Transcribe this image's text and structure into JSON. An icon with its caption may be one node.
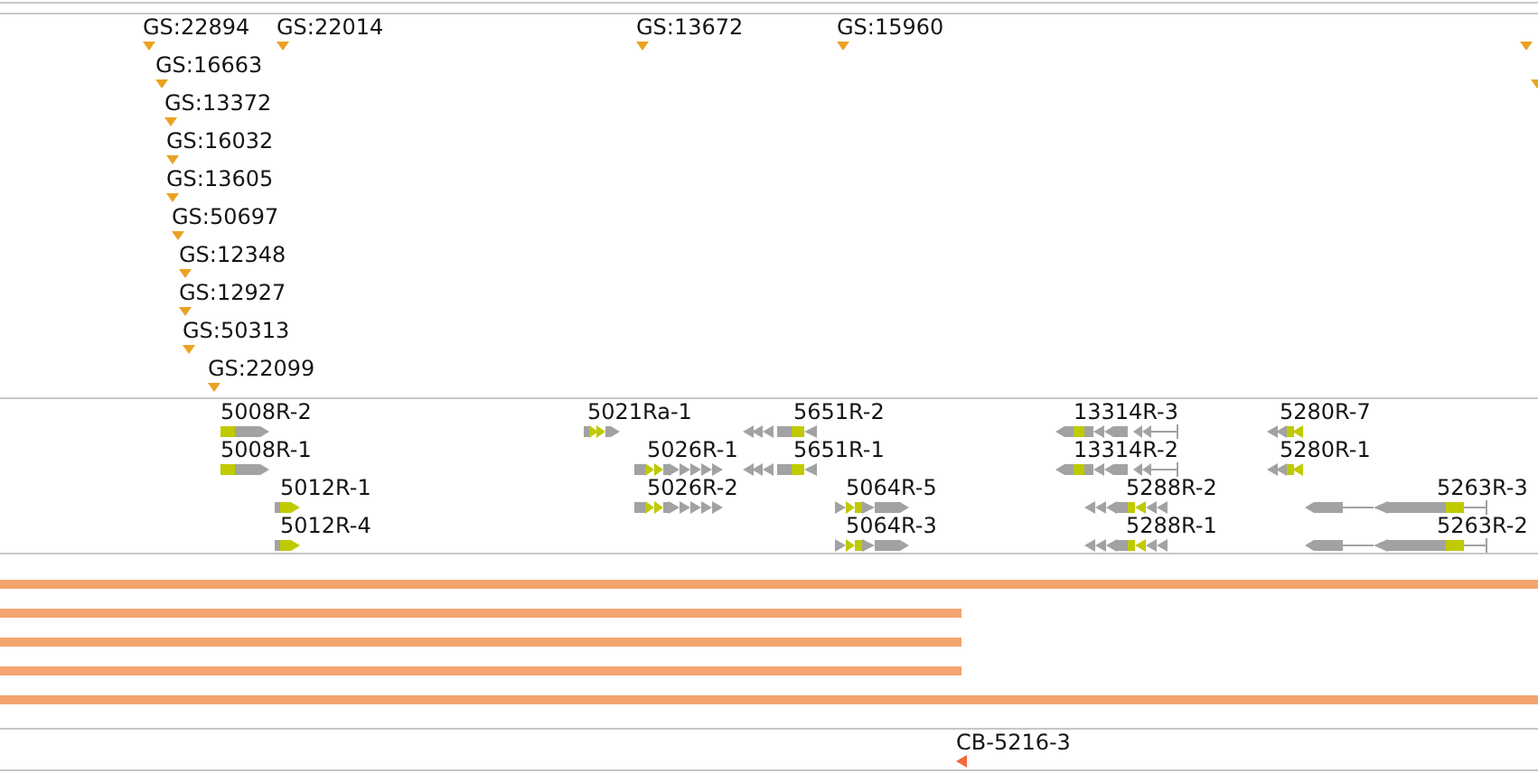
{
  "diagram": {
    "labels": [
      "GS:22894",
      "GS:22014",
      "GS:13672",
      "GS:15960",
      "GS:16663",
      "GS:13372",
      "GS:16032",
      "GS:13605",
      "GS:50697",
      "GS:12348",
      "GS:12927",
      "GS:50313",
      "GS:22099",
      "5008R-2",
      "5021Ra-1",
      "5651R-2",
      "13314R-3",
      "5280R-7",
      "5008R-1",
      "5026R-1",
      "5651R-1",
      "13314R-2",
      "5280R-1",
      "5012R-1",
      "5026R-2",
      "5064R-5",
      "5288R-2",
      "5263R-3",
      "5012R-4",
      "5064R-3",
      "5288R-1",
      "5263R-2",
      "CB-5216-3"
    ]
  }
}
